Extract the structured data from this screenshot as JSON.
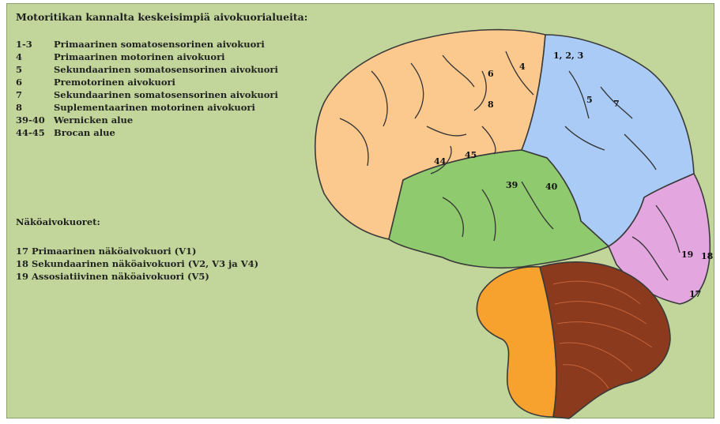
{
  "motor": {
    "title": "Motoritikan kannalta keskeisimpiä aivokuorialueita:",
    "items": [
      {
        "code": "1-3",
        "label": "Primaarinen somatosensorinen aivokuori"
      },
      {
        "code": "4",
        "label": "Primaarinen motorinen aivokuori"
      },
      {
        "code": "5",
        "label": "Sekundaarinen somatosensorinen aivokuori"
      },
      {
        "code": "6",
        "label": "Premotorinen aivokuori"
      },
      {
        "code": "7",
        "label": "Sekundaarinen somatosensorinen aivokuori"
      },
      {
        "code": "8",
        "label": "Suplementaarinen motorinen aivokuori"
      },
      {
        "code": "39-40",
        "label": "Wernicken alue"
      },
      {
        "code": "44-45",
        "label": "Brocan alue"
      }
    ]
  },
  "visual": {
    "title": "Näköaivokuoret:",
    "items": [
      "17 Primaarinen näköaivokuori (V1)",
      "18 Sekundaarinen näköaivokuori (V2, V3 ja V4)",
      "19 Assosiatiivinen näköaivokuori (V5)"
    ]
  },
  "brain_labels": {
    "a123": "1, 2, 3",
    "a4": "4",
    "a5": "5",
    "a6": "6",
    "a7": "7",
    "a8": "8",
    "a39": "39",
    "a40": "40",
    "a44": "44",
    "a45": "45",
    "a17": "17",
    "a18": "18",
    "a19": "19"
  },
  "colors": {
    "background": "#c2d69b",
    "frontal": "#fbc98e",
    "parietal": "#a9cbf5",
    "temporal_wernicke": "#8fca6e",
    "occipital": "#e3a6df",
    "temporal_lobe": "#f7a12e",
    "cerebellum": "#8b3a1d"
  }
}
